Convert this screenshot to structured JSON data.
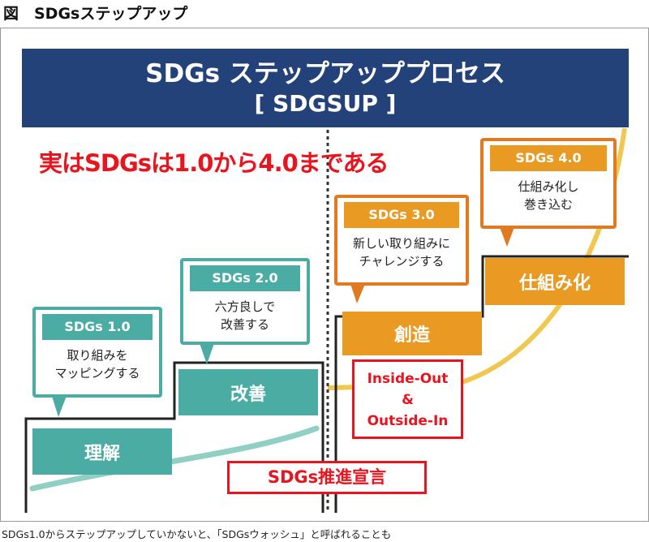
{
  "figure_title": "図　SDGsステップアップ",
  "banner": {
    "line1": "SDGs ステップアッププロセス",
    "line2": "[ SDGSUP ]"
  },
  "headline": "実はSDGsは1.0から4.0まである",
  "steps": [
    {
      "label": "理解",
      "callout_title": "SDGs 1.0",
      "callout_line1": "取り組みを",
      "callout_line2": "マッピングする"
    },
    {
      "label": "改善",
      "callout_title": "SDGs 2.0",
      "callout_line1": "六方良しで",
      "callout_line2": "改善する"
    },
    {
      "label": "創造",
      "callout_title": "SDGs 3.0",
      "callout_line1": "新しい取り組みに",
      "callout_line2": "チャレンジする"
    },
    {
      "label": "仕組み化",
      "callout_title": "SDGs 4.0",
      "callout_line1": "仕組み化し",
      "callout_line2": "巻き込む"
    }
  ],
  "inside_out": {
    "line1": "Inside-Out",
    "line2": "&",
    "line3": "Outside-In"
  },
  "declaration": "SDGs推進宣言",
  "caption": "SDGs1.0からステップアップしていかないと、「SDGsウォッシュ」と呼ばれることも",
  "colors": {
    "navy": "#23427a",
    "teal": "#4aaca3",
    "orange": "#e89a22",
    "red": "#e8141e",
    "yellow": "#f0c850"
  }
}
